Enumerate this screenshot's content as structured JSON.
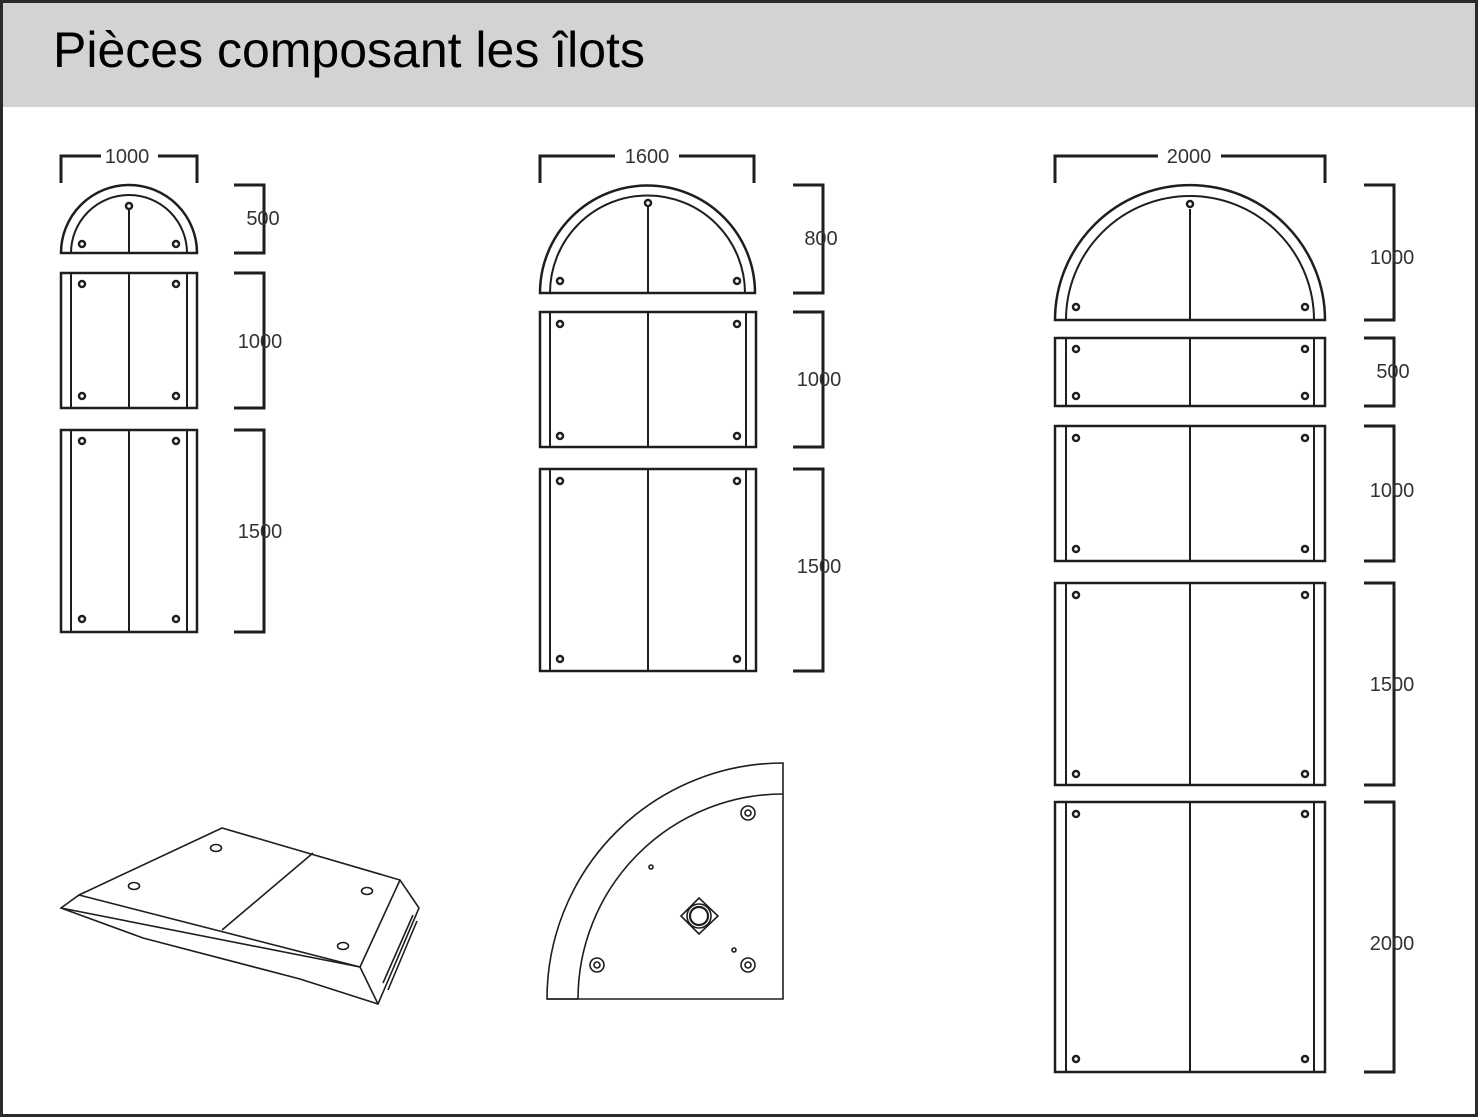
{
  "header": {
    "title": "Pièces composant les îlots"
  },
  "colors": {
    "header_bg": "#d2d3d5",
    "line": "#1e1e1e",
    "text": "#333333"
  },
  "columns": [
    {
      "width_label": "1000",
      "height_labels": [
        "500",
        "1000",
        "1500"
      ]
    },
    {
      "width_label": "1600",
      "height_labels": [
        "800",
        "1000",
        "1500"
      ]
    },
    {
      "width_label": "2000",
      "height_labels": [
        "1000",
        "500",
        "1000",
        "1500",
        "2000"
      ]
    }
  ]
}
